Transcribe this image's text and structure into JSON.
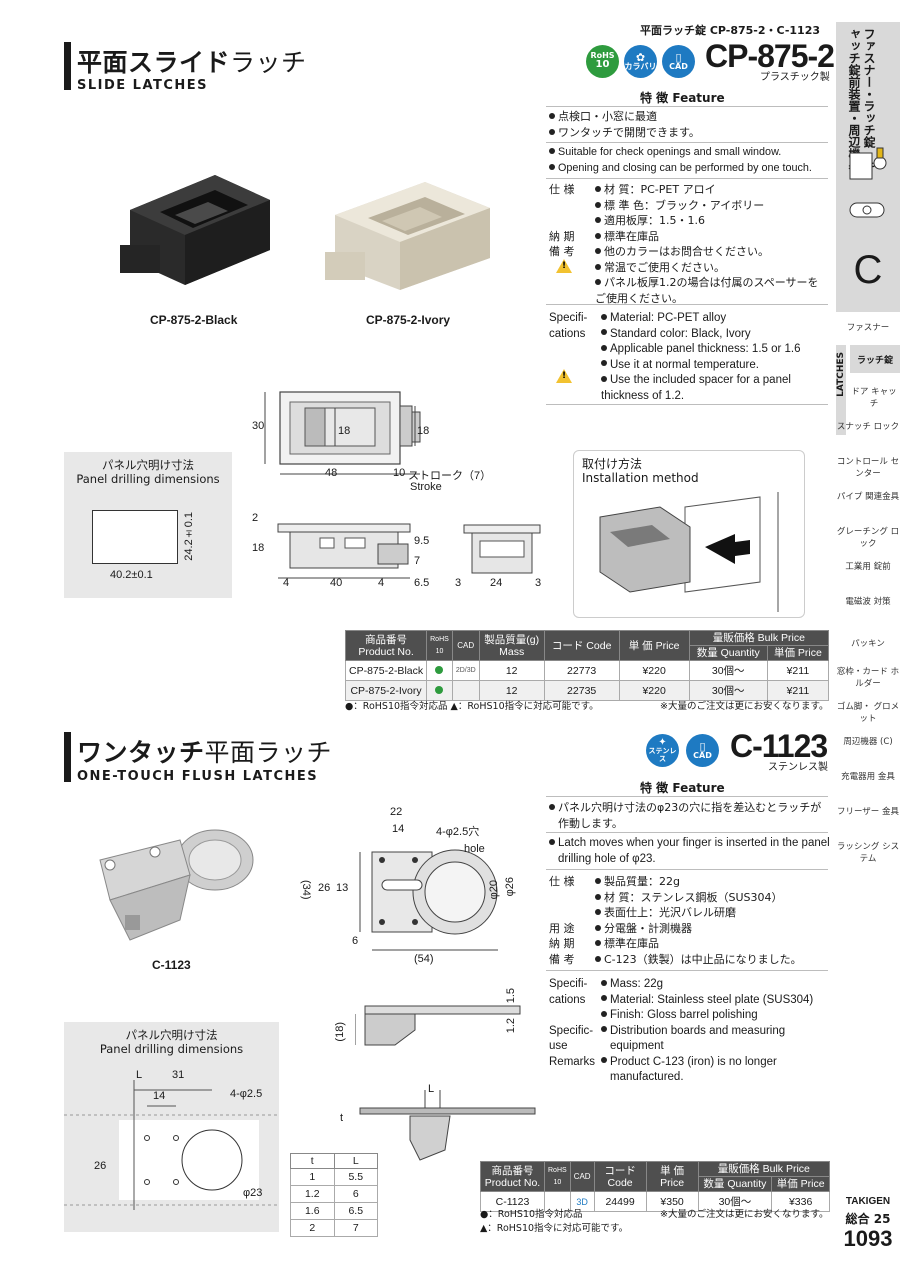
{
  "header": {
    "top_label": "平面ラッチ錠 CP-875-2・C-1123"
  },
  "section1": {
    "title_bold": "平面スライド",
    "title_light": "ラッチ",
    "title_en": "SLIDE LATCHES",
    "model": "CP-875-2",
    "model_sub": "プラスチック製",
    "badges": {
      "rohs": "RoHS",
      "rohs2": "10",
      "karabari": "カラバリ",
      "cad": "CAD"
    },
    "feature_heading": "特 徴 Feature",
    "features_jp": [
      "点検口・小窓に最適",
      "ワンタッチで開閉できます。"
    ],
    "features_en": [
      "Suitable for check openings and small window.",
      "Opening and closing can be performed by one touch."
    ],
    "spec_labels_jp": [
      "仕 様",
      "納 期",
      "備 考"
    ],
    "spec_items_jp": [
      "材 質：PC-PET アロイ",
      "標 準 色：ブラック・アイボリー",
      "適用板厚：1.5・1.6",
      "標準在庫品",
      "他のカラーはお問合せください。",
      "常温でご使用ください。",
      "パネル板厚1.2の場合は付属のスペーサーをご使用ください。"
    ],
    "spec_label_en_1": "Specifi-",
    "spec_label_en_2": "cations",
    "spec_items_en": [
      "Material: PC-PET alloy",
      "Standard color: Black, Ivory",
      "Applicable panel thickness: 1.5 or 1.6",
      "Use it at normal temperature.",
      "Use the included spacer for a panel thickness of 1.2."
    ],
    "photo_captions": [
      "CP-875-2-Black",
      "CP-875-2-Ivory"
    ],
    "panel_title_jp": "パネル穴明け寸法",
    "panel_title_en": "Panel drilling dimensions",
    "panel_dims": {
      "w": "40.2±0.1",
      "h": "24.2±0.1"
    },
    "install_jp": "取付け方法",
    "install_en": "Installation method",
    "dims": {
      "d30": "30",
      "d18a": "18",
      "d18b": "18",
      "d48": "48",
      "d10": "10",
      "stroke_jp": "ストローク（7）",
      "stroke_en": "Stroke",
      "d2": "2",
      "d18c": "18",
      "d7": "7",
      "d95": "9.5",
      "d4a": "4",
      "d40": "40",
      "d4b": "4",
      "d65": "6.5",
      "d3a": "3",
      "d24": "24",
      "d3b": "3"
    },
    "table": {
      "headers": [
        "商品番号 Product No.",
        "RoHS 10",
        "CAD",
        "製品質量(g) Mass",
        "コード Code",
        "単 価 Price",
        "量販価格 Bulk Price",
        "数量 Quantity",
        "単価 Price"
      ],
      "rows": [
        {
          "no": "CP-875-2-Black",
          "cad": "2D/3D",
          "mass": "12",
          "code": "22773",
          "price": "¥220",
          "qty": "30個〜",
          "bulk": "¥211"
        },
        {
          "no": "CP-875-2-Ivory",
          "cad": "",
          "mass": "12",
          "code": "22735",
          "price": "¥220",
          "qty": "30個〜",
          "bulk": "¥211"
        }
      ]
    },
    "note_left": "●：RoHS10指令対応品 ▲：RoHS10指令に対応可能です。",
    "note_right": "※大量のご注文は更にお安くなります。"
  },
  "section2": {
    "title_bold": "ワンタッチ",
    "title_light": "平面ラッチ",
    "title_en": "ONE-TOUCH FLUSH LATCHES",
    "model": "C-1123",
    "model_sub": "ステンレス製",
    "badges": {
      "stainless": "ステンレス",
      "cad": "CAD"
    },
    "feature_heading": "特 徴 Feature",
    "feature_jp": "パネル穴明け寸法のφ23の穴に指を差込むとラッチが作動します。",
    "feature_en": "Latch moves when your finger is inserted in the panel drilling hole of φ23.",
    "spec_labels_jp": [
      "仕 様",
      "",
      "",
      "用 途",
      "納 期",
      "備 考"
    ],
    "spec_items_jp": [
      "製品質量：22g",
      "材 質：ステンレス鋼板（SUS304）",
      "表面仕上：光沢バレル研磨",
      "分電盤・計測機器",
      "標準在庫品",
      "C-123（鉄製）は中止品になりました。"
    ],
    "spec_en": [
      {
        "label": "Specifi-",
        "item": "Mass: 22g"
      },
      {
        "label": "cations",
        "item": "Material: Stainless steel plate (SUS304)"
      },
      {
        "label": "",
        "item": "Finish: Gloss barrel polishing"
      },
      {
        "label": "Specific-",
        "item": "Distribution boards and measuring"
      },
      {
        "label": "use",
        "item": "equipment"
      },
      {
        "label": "Remarks",
        "item": "Product C-123 (iron) is no longer"
      },
      {
        "label": "",
        "item": "manufactured."
      }
    ],
    "photo_caption": "C-1123",
    "panel_title_jp": "パネル穴明け寸法",
    "panel_title_en": "Panel drilling dimensions",
    "panel_dims": {
      "l": "L",
      "d31": "31",
      "d14": "14",
      "hole": "4-φ2.5",
      "d26": "26",
      "d23": "φ23"
    },
    "dims": {
      "d22": "22",
      "d14": "14",
      "hole": "4-φ2.5穴",
      "hole_en": "hole",
      "d34": "(34)",
      "d26": "26",
      "d13": "13",
      "d20": "φ20",
      "d26b": "φ26",
      "d6": "6",
      "d54": "(54)",
      "d15": "1.5",
      "d18": "(18)",
      "d12": "1.2",
      "l": "L",
      "t": "t"
    },
    "lt_table": {
      "headers": [
        "t",
        "L"
      ],
      "rows": [
        [
          "1",
          "5.5"
        ],
        [
          "1.2",
          "6"
        ],
        [
          "1.6",
          "6.5"
        ],
        [
          "2",
          "7"
        ]
      ]
    },
    "table": {
      "headers": [
        "商品番号 Product No.",
        "RoHS 10",
        "CAD",
        "コード Code",
        "単 価 Price",
        "量販価格 Bulk Price",
        "数量 Quantity",
        "単価 Price"
      ],
      "row": {
        "no": "C-1123",
        "cad": "3D",
        "code": "24499",
        "price": "¥350",
        "qty": "30個〜",
        "bulk": "¥336"
      }
    },
    "note_left1": "●：RoHS10指令対応品",
    "note_left2": "▲：RoHS10指令に対応可能です。",
    "note_right": "※大量のご注文は更にお安くなります。"
  },
  "sidebar": {
    "main_title": "ファスナー・ラッチ錠・キャッチ錠前装置・周辺機器",
    "letter": "C",
    "latches_label": "LATCHES",
    "items": [
      "ファスナー",
      "ラッチ錠",
      "ドア キャッチ",
      "スナッチ ロック",
      "コントロール センター",
      "パイプ 関連金具",
      "グレーチング ロック",
      "工業用 錠前",
      "電磁波 対策",
      "パッキン",
      "窓枠・カード ホルダー",
      "ゴム脚・ グロメット",
      "周辺機器 (C)",
      "充電器用 金具",
      "フリーザー 金具",
      "ラッシング システム"
    ],
    "brand": "TAKIGEN",
    "edition": "総合 25",
    "page": "1093"
  },
  "colors": {
    "accent_green": "#2e9b3e",
    "accent_blue": "#1e7ac2",
    "sidebar_gray": "#d9d9d9",
    "table_head": "#4f4f4f"
  }
}
